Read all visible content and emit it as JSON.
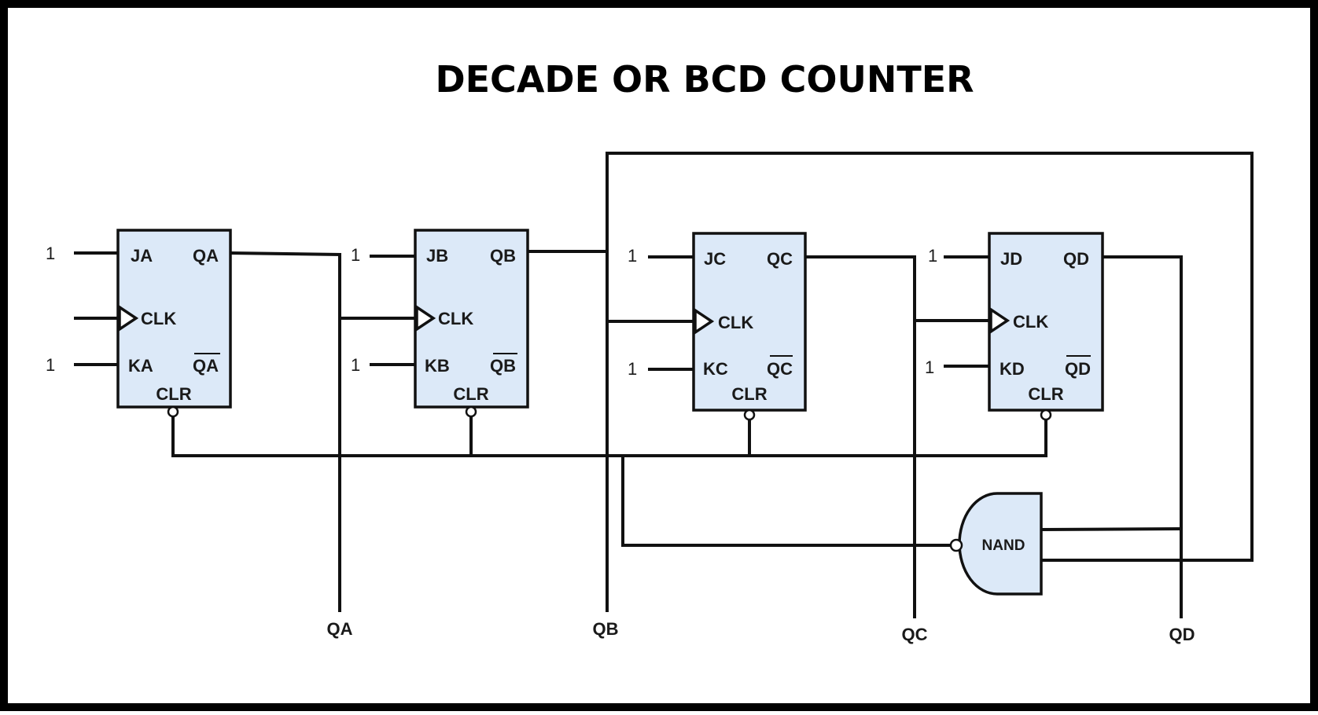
{
  "title": "DECADE OR BCD COUNTER",
  "colors": {
    "ff_fill": "#dce9f8",
    "gate_fill": "#dce9f8",
    "line": "#111111",
    "border": "#000000"
  },
  "flipflops": [
    {
      "id": "A",
      "j": "JA",
      "k": "KA",
      "q": "QA",
      "qbar": "QA",
      "clk": "CLK",
      "clr": "CLR",
      "j_input": "1",
      "k_input": "1"
    },
    {
      "id": "B",
      "j": "JB",
      "k": "KB",
      "q": "QB",
      "qbar": "QB",
      "clk": "CLK",
      "clr": "CLR",
      "j_input": "1",
      "k_input": "1"
    },
    {
      "id": "C",
      "j": "JC",
      "k": "KC",
      "q": "QC",
      "qbar": "QC",
      "clk": "CLK",
      "clr": "CLR",
      "j_input": "1",
      "k_input": "1"
    },
    {
      "id": "D",
      "j": "JD",
      "k": "KD",
      "q": "QD",
      "qbar": "QD",
      "clk": "CLK",
      "clr": "CLR",
      "j_input": "1",
      "k_input": "1"
    }
  ],
  "gate": {
    "type": "NAND",
    "label": "NAND"
  },
  "outputs": [
    "QA",
    "QB",
    "QC",
    "QD"
  ]
}
